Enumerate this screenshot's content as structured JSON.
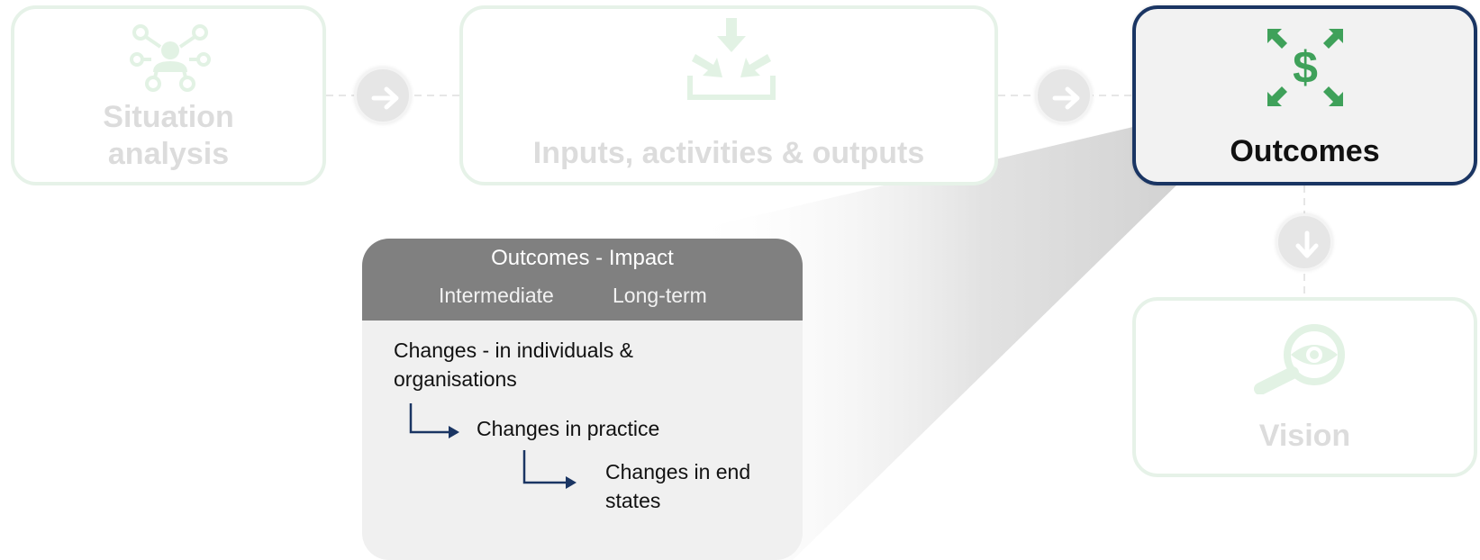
{
  "colors": {
    "faded_card_border": "#e6f2e8",
    "faded_text": "#dcdcdc",
    "faded_icon": "#e2f2e4",
    "active_border": "#1a3563",
    "active_icon": "#3fa15a",
    "panel_header": "#808080",
    "panel_body": "#f0f0f0",
    "arrow": "#1a3563"
  },
  "stages": {
    "situation": {
      "label": "Situation analysis",
      "icon": "people-network-icon"
    },
    "inputs": {
      "label": "Inputs, activities & outputs",
      "icon": "tray-inward-arrows-icon"
    },
    "outcomes": {
      "label": "Outcomes",
      "icon": "dollar-expand-arrows-icon"
    },
    "vision": {
      "label": "Vision",
      "icon": "magnifier-eye-icon"
    }
  },
  "connectors": [
    {
      "icon": "arrow-right-icon"
    },
    {
      "icon": "arrow-right-icon"
    },
    {
      "icon": "arrow-down-icon"
    }
  ],
  "panel": {
    "title": "Outcomes - Impact",
    "subtitles": [
      "Intermediate",
      "Long-term"
    ],
    "steps": [
      "Changes - in individuals & organisations",
      "Changes in practice",
      "Changes in end states"
    ]
  }
}
